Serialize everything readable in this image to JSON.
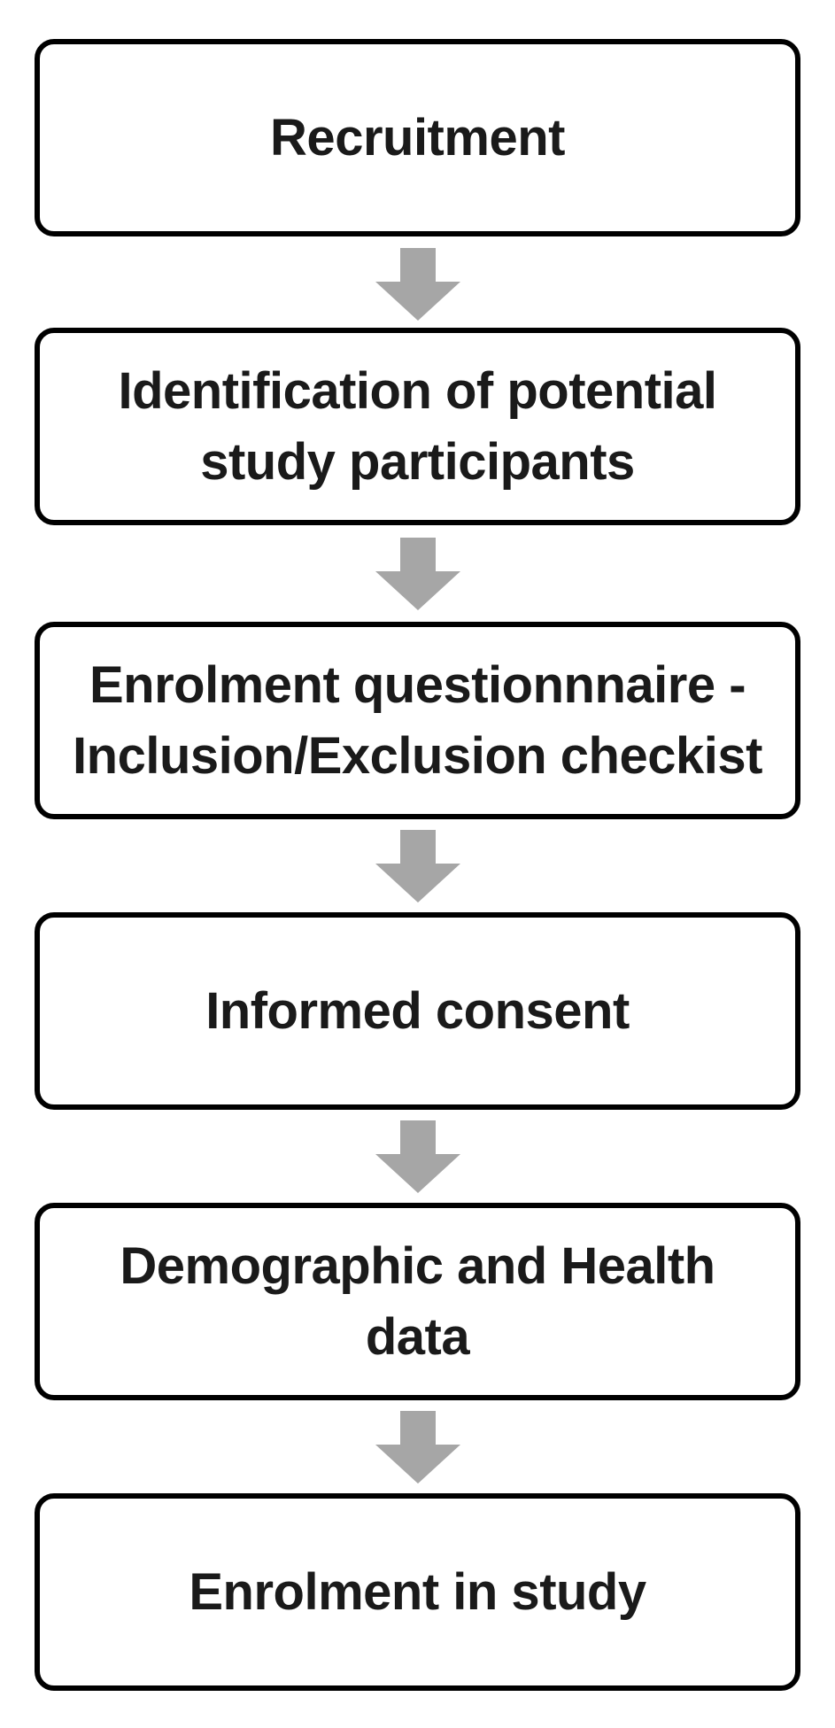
{
  "diagram": {
    "steps": [
      {
        "label": "Recruitment"
      },
      {
        "label": "Identification of potential\nstudy participants"
      },
      {
        "label": "Enrolment questionnnaire -\nInclusion/Exclusion checkist"
      },
      {
        "label": "Informed consent"
      },
      {
        "label": "Demographic and Health\ndata"
      },
      {
        "label": "Enrolment in study"
      }
    ],
    "colors": {
      "box_border": "#000000",
      "box_fill": "#ffffff",
      "text": "#1a1a1a",
      "arrow": "#a6a6a6"
    }
  }
}
